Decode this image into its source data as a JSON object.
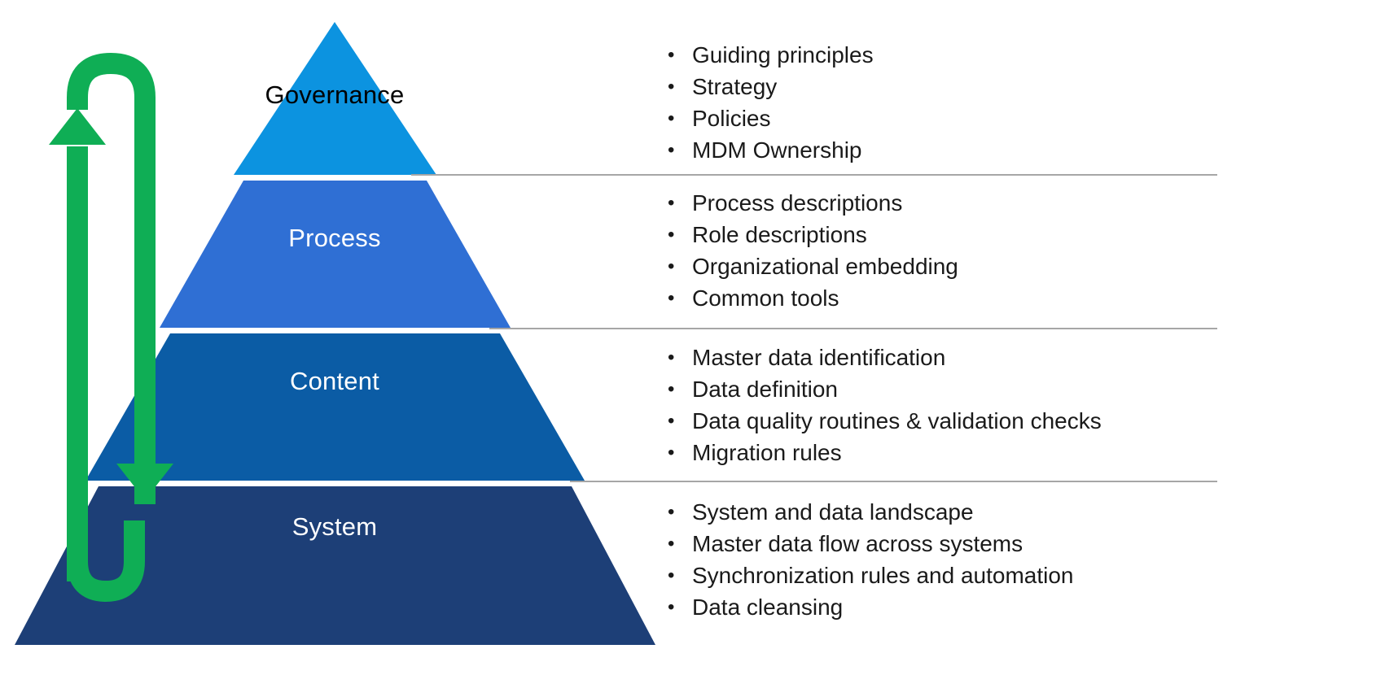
{
  "diagram": {
    "title": "Master Data Management pyramid",
    "background": "#ffffff"
  },
  "palette": {
    "governance": "#0c93e0",
    "process": "#2f6fd4",
    "content": "#0b5ca5",
    "system": "#1d3f77",
    "arrow": "#0fae55",
    "divider": "#a6a6a6",
    "text_dark": "#000000",
    "text_light": "#ffffff"
  },
  "cycle_arrow": {
    "name": "feedback-loop-arrow",
    "color": "#0fae55",
    "up_arrow_direction": "up",
    "down_arrow_direction": "down"
  },
  "tiers": [
    {
      "id": "governance",
      "label": "Governance",
      "label_color": "#000000",
      "fill": "#0c93e0",
      "items": [
        "Guiding principles",
        "Strategy",
        "Policies",
        "MDM Ownership"
      ]
    },
    {
      "id": "process",
      "label": "Process",
      "label_color": "#ffffff",
      "fill": "#2f6fd4",
      "items": [
        "Process descriptions",
        "Role descriptions",
        "Organizational embedding",
        "Common tools"
      ]
    },
    {
      "id": "content",
      "label": "Content",
      "label_color": "#ffffff",
      "fill": "#0b5ca5",
      "items": [
        "Master data identification",
        "Data definition",
        "Data quality routines & validation checks",
        "Migration rules"
      ]
    },
    {
      "id": "system",
      "label": "System",
      "label_color": "#ffffff",
      "fill": "#1d3f77",
      "items": [
        "System and data landscape",
        "Master data flow across systems",
        "Synchronization rules and automation",
        "Data cleansing"
      ]
    }
  ],
  "bullet_glyph": "•"
}
